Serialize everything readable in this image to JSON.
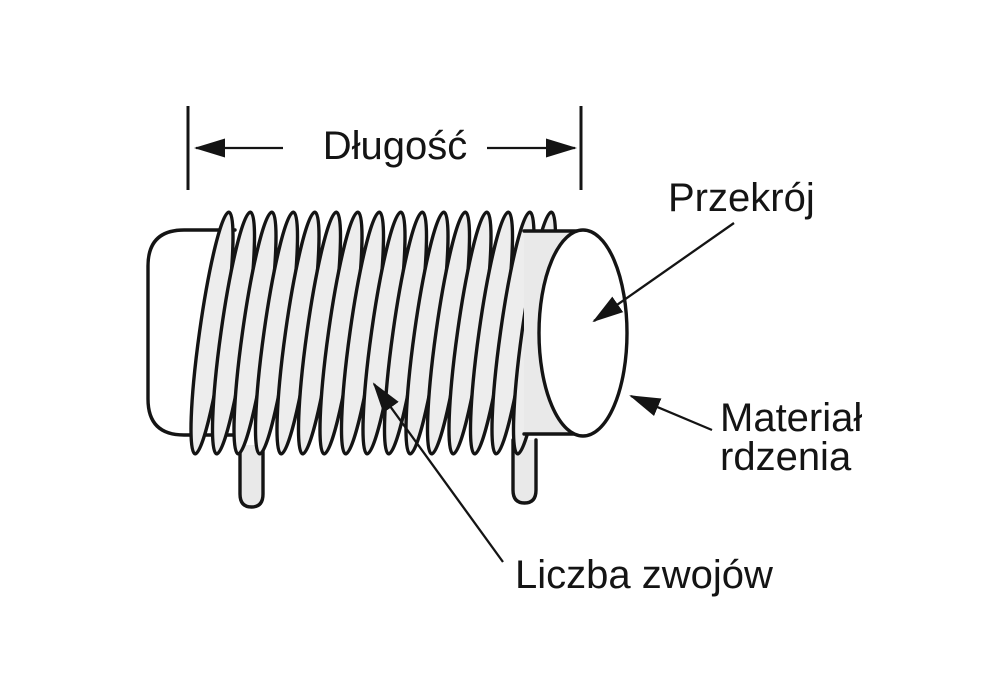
{
  "diagram": {
    "subject": "inductor-coil",
    "labels": {
      "length": "Długość",
      "cross_section": "Przekrój",
      "core_material_line1": "Materiał",
      "core_material_line2": "rdzenia",
      "turns": "Liczba zwojów"
    },
    "colors": {
      "stroke": "#141414",
      "coil_fill": "#ededed",
      "core_surface_fill": "#e9e9e9",
      "leg_fill": "#e9e9e9",
      "face_fill": "#ffffff",
      "background": "#ffffff"
    },
    "turns_count": 16
  }
}
